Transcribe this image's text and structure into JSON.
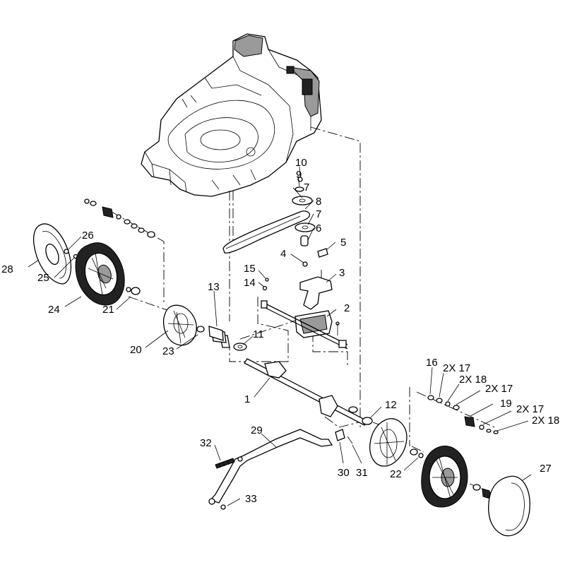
{
  "callouts": [
    {
      "id": "c10",
      "text": "10"
    },
    {
      "id": "c9",
      "text": "9"
    },
    {
      "id": "c7a",
      "text": "7"
    },
    {
      "id": "c8",
      "text": "8"
    },
    {
      "id": "c7b",
      "text": "7"
    },
    {
      "id": "c6",
      "text": "6"
    },
    {
      "id": "c5",
      "text": "5"
    },
    {
      "id": "c4",
      "text": "4"
    },
    {
      "id": "c3",
      "text": "3"
    },
    {
      "id": "c15",
      "text": "15"
    },
    {
      "id": "c14",
      "text": "14"
    },
    {
      "id": "c13",
      "text": "13"
    },
    {
      "id": "c2",
      "text": "2"
    },
    {
      "id": "c11",
      "text": "11"
    },
    {
      "id": "c1",
      "text": "1"
    },
    {
      "id": "c26",
      "text": "26"
    },
    {
      "id": "c28",
      "text": "28"
    },
    {
      "id": "c25",
      "text": "25"
    },
    {
      "id": "c24",
      "text": "24"
    },
    {
      "id": "c21",
      "text": "21"
    },
    {
      "id": "c20",
      "text": "20"
    },
    {
      "id": "c23",
      "text": "23"
    },
    {
      "id": "c16",
      "text": "16"
    },
    {
      "id": "c2x17a",
      "text": "2X 17"
    },
    {
      "id": "c2x18a",
      "text": "2X 18"
    },
    {
      "id": "c2x17b",
      "text": "2X 17"
    },
    {
      "id": "c19",
      "text": "19"
    },
    {
      "id": "c2x17c",
      "text": "2X 17"
    },
    {
      "id": "c2x18b",
      "text": "2X 18"
    },
    {
      "id": "c12",
      "text": "12"
    },
    {
      "id": "c32",
      "text": "32"
    },
    {
      "id": "c29",
      "text": "29"
    },
    {
      "id": "c30",
      "text": "30"
    },
    {
      "id": "c31",
      "text": "31"
    },
    {
      "id": "c22",
      "text": "22"
    },
    {
      "id": "c27",
      "text": "27"
    },
    {
      "id": "c33",
      "text": "33"
    }
  ]
}
